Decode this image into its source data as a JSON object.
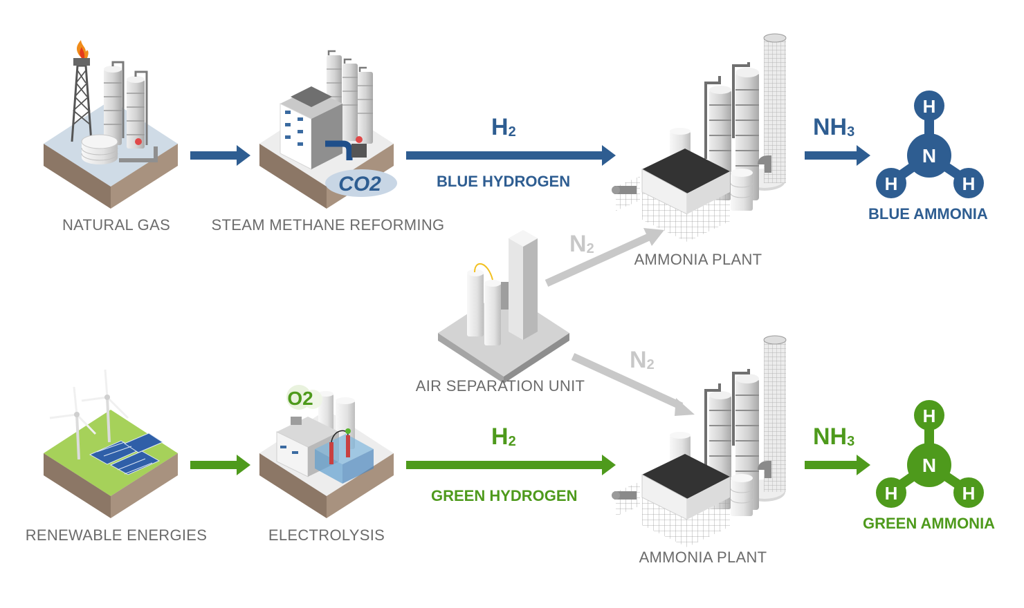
{
  "colors": {
    "blue": "#2e5d91",
    "green": "#4e9a1c",
    "gray_arrow": "#c8c8c8",
    "label_gray": "#6b6b6b"
  },
  "nodes": {
    "natural_gas": "NATURAL GAS",
    "smr": "STEAM METHANE REFORMING",
    "ammonia_plant_top": "AMMONIA PLANT",
    "air_separation": "AIR SEPARATION UNIT",
    "renewables": "RENEWABLE ENERGIES",
    "electrolysis": "ELECTROLYSIS",
    "ammonia_plant_bottom": "AMMONIA PLANT"
  },
  "flows": {
    "blue_h2": {
      "base": "H",
      "sub": "2",
      "label": "BLUE HYDROGEN"
    },
    "green_h2": {
      "base": "H",
      "sub": "2",
      "label": "GREEN HYDROGEN"
    },
    "blue_nh3": {
      "base": "NH",
      "sub": "3"
    },
    "green_nh3": {
      "base": "NH",
      "sub": "3"
    },
    "n2_top": {
      "base": "N",
      "sub": "2"
    },
    "n2_bottom": {
      "base": "N",
      "sub": "2"
    }
  },
  "badges": {
    "co2": "CO2",
    "o2": "O2"
  },
  "molecules": {
    "blue": {
      "center": "N",
      "atoms": [
        "H",
        "H",
        "H"
      ],
      "label": "BLUE AMMONIA"
    },
    "green": {
      "center": "N",
      "atoms": [
        "H",
        "H",
        "H"
      ],
      "label": "GREEN AMMONIA"
    }
  }
}
